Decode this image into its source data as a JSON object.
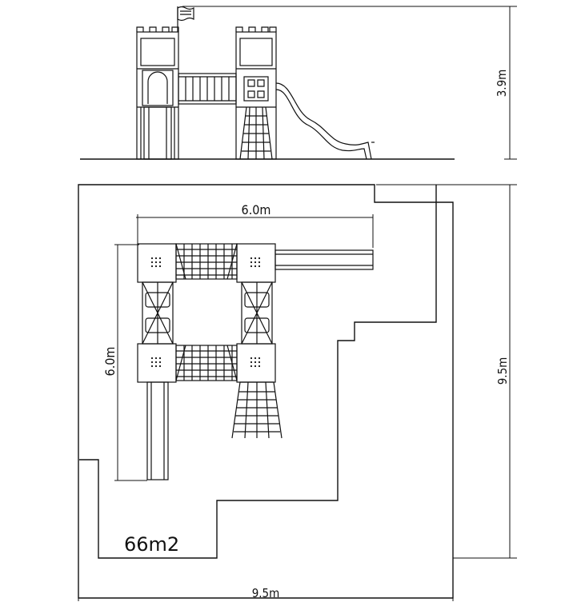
{
  "elevation": {
    "height_label": "3.9m"
  },
  "plan": {
    "width_label": "6.0m",
    "depth_label": "6.0m",
    "area_label": "66m2",
    "zone_height_label": "9.5m",
    "zone_width_label": "9.5m"
  },
  "colors": {
    "line": "#111111",
    "background": "#ffffff"
  }
}
